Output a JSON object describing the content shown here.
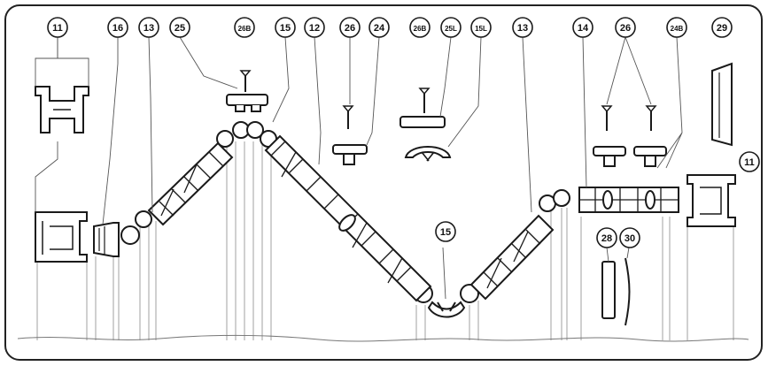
{
  "callouts": [
    {
      "id": "c11a",
      "label": "11"
    },
    {
      "id": "c16",
      "label": "16"
    },
    {
      "id": "c13a",
      "label": "13"
    },
    {
      "id": "c25",
      "label": "25"
    },
    {
      "id": "c26Ba",
      "label": "26B"
    },
    {
      "id": "c15a",
      "label": "15"
    },
    {
      "id": "c12",
      "label": "12"
    },
    {
      "id": "c26a",
      "label": "26"
    },
    {
      "id": "c24",
      "label": "24"
    },
    {
      "id": "c26Bb",
      "label": "26B"
    },
    {
      "id": "c25L",
      "label": "25L"
    },
    {
      "id": "c15L",
      "label": "15L"
    },
    {
      "id": "c13b",
      "label": "13"
    },
    {
      "id": "c14",
      "label": "14"
    },
    {
      "id": "c26b",
      "label": "26"
    },
    {
      "id": "c24B",
      "label": "24B"
    },
    {
      "id": "c29",
      "label": "29"
    },
    {
      "id": "c11b",
      "label": "11"
    },
    {
      "id": "c15b",
      "label": "15"
    },
    {
      "id": "c28",
      "label": "28"
    },
    {
      "id": "c30",
      "label": "30"
    }
  ],
  "colors": {
    "line": "#1a1a1a",
    "leader": "#555555",
    "frame": "#222222",
    "background": "#ffffff"
  }
}
